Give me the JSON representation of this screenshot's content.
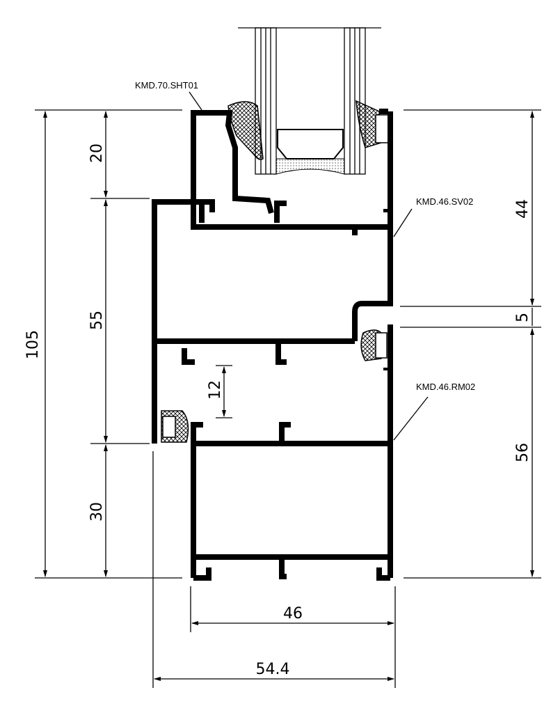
{
  "drawing": {
    "part_labels": {
      "sash": "KMD.70.SHT01",
      "frame": "KMD.46.SV02",
      "mullion": "KMD.46.RM02"
    },
    "dimensions": {
      "total_height": "105",
      "sash_top": "20",
      "middle": "55",
      "bottom": "30",
      "right_top": "44",
      "right_gap": "5",
      "right_bottom": "56",
      "inner_gap": "12",
      "inner_width": "46",
      "overall_width": "54.4"
    }
  }
}
